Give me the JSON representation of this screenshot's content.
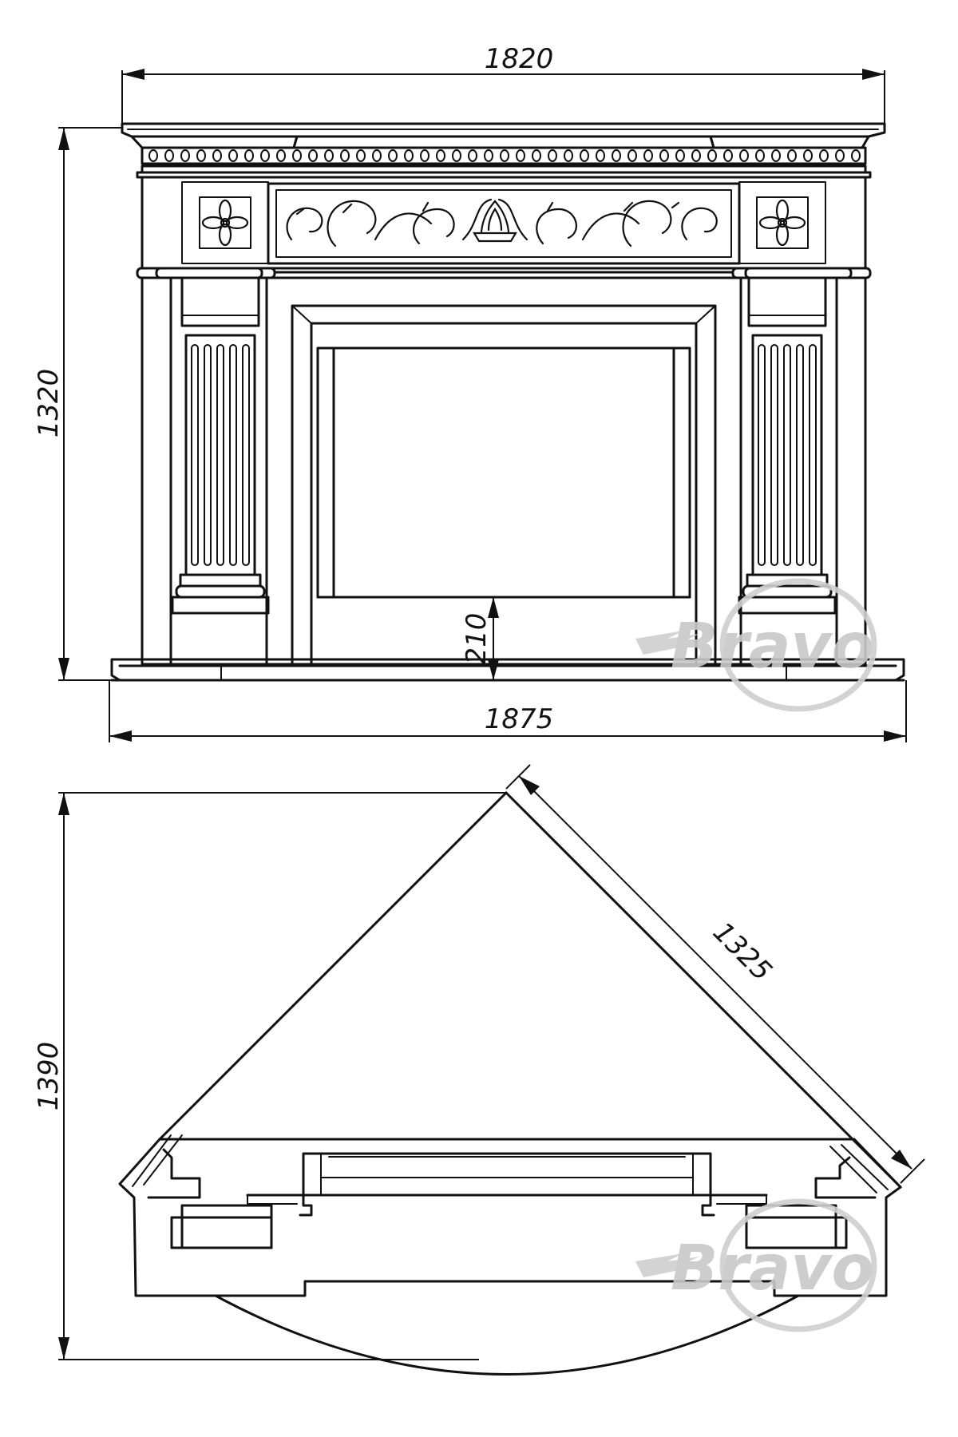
{
  "front_view": {
    "width_top": "1820",
    "height": "1320",
    "hearth_height": "210",
    "width_base": "1875"
  },
  "top_view": {
    "depth": "1390",
    "side_length": "1325"
  },
  "watermark": {
    "brand": "Bravo"
  }
}
